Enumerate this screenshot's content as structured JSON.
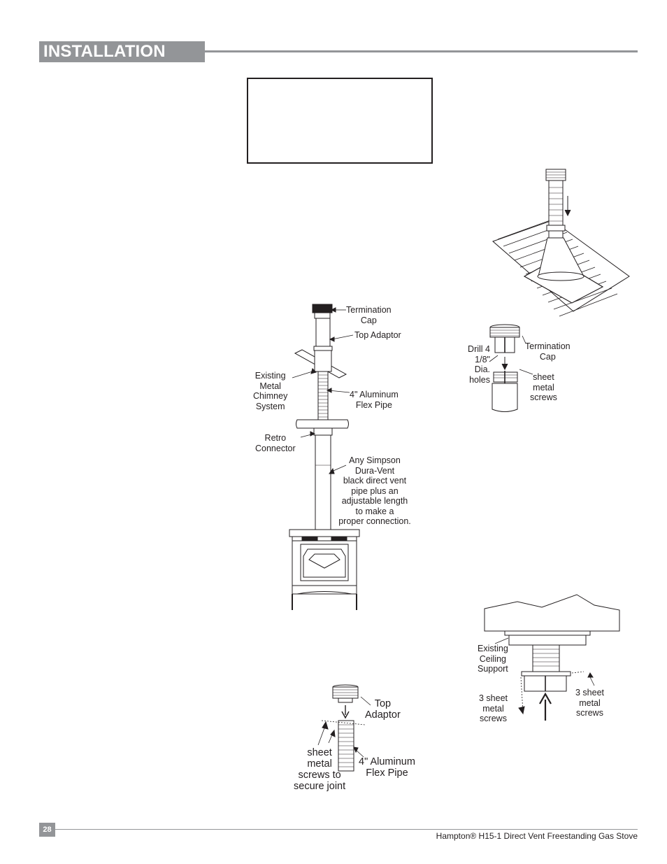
{
  "header": {
    "section_title": "INSTALLATION"
  },
  "figure_main": {
    "labels": {
      "termination_cap": "Termination\nCap",
      "top_adaptor": "Top Adaptor",
      "existing_chimney": "Existing\nMetal\nChimney\nSystem",
      "flex_pipe": "4\" Aluminum\nFlex Pipe",
      "retro_connector": "Retro\nConnector",
      "simpson_pipe": "Any Simpson\nDura-Vent\nblack direct vent\npipe plus an\nadjustable length\nto make a\nproper connection."
    }
  },
  "figure_cap": {
    "labels": {
      "drill": "Drill 4\n1/8\" Dia.\nholes",
      "termination_cap": "Termination\nCap",
      "sheet_metal_screws": "sheet\nmetal\nscrews"
    }
  },
  "figure_adaptor": {
    "labels": {
      "top_adaptor": "Top\nAdaptor",
      "sheet_metal_screws": "sheet\nmetal\nscrews to\nsecure joint",
      "flex_pipe": "4\" Aluminum\nFlex Pipe"
    }
  },
  "figure_ceiling": {
    "labels": {
      "ceiling_support": "Existing\nCeiling\nSupport",
      "screws_left": "3 sheet\nmetal\nscrews",
      "screws_right": "3 sheet\nmetal\nscrews"
    }
  },
  "footer": {
    "page_number": "28",
    "product": "Hampton® H15-1 Direct Vent Freestanding Gas Stove"
  },
  "colors": {
    "tab_gray": "#939598",
    "ink": "#231f20"
  }
}
